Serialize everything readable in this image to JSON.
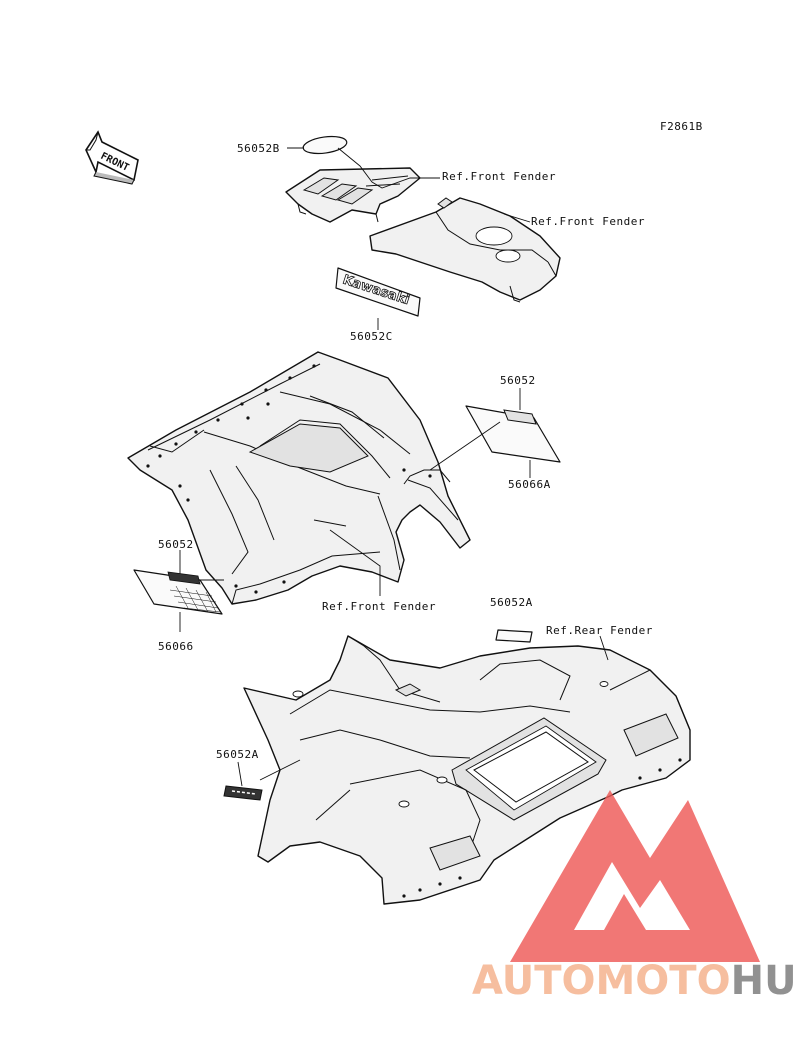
{
  "figure_code": "F2861B",
  "front_arrow": {
    "text": "FRONT"
  },
  "callouts": {
    "p56052b": "56052B",
    "ref_front_fender_1": "Ref.Front Fender",
    "ref_front_fender_2": "Ref.Front Fender",
    "p56052c": "56052C",
    "p56052_right": "56052",
    "p56066a": "56066A",
    "p56052_left": "56052",
    "p56066": "56066",
    "ref_front_fender_3": "Ref.Front Fender",
    "p56052a_top": "56052A",
    "ref_rear_fender": "Ref.Rear Fender",
    "p56052a_left": "56052A"
  },
  "decals": {
    "kawasaki": "Kawasaki"
  },
  "watermark": {
    "part1": "AUTOMOTO",
    "part2": "HUB",
    "color1": "#f5b08a",
    "color2": "#7a7a7a",
    "logo_color": "#ee5a57"
  }
}
